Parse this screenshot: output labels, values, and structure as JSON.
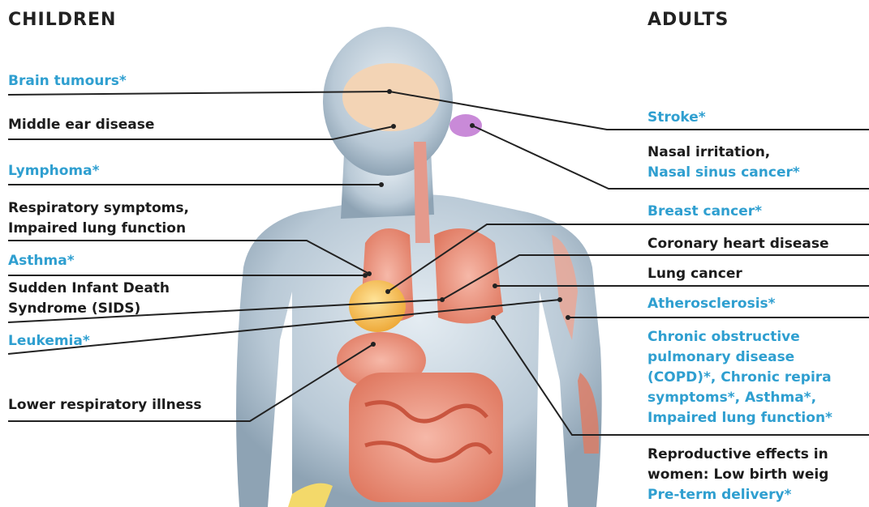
{
  "headings": {
    "children": "CHILDREN",
    "adults": "ADULTS"
  },
  "colors": {
    "highlight": "#2f9fd0",
    "text": "#1c1c1c",
    "leader": "#222222"
  },
  "children": [
    {
      "id": "brain-tumours",
      "lines": [
        "Brain tumours*"
      ],
      "color": "highlight"
    },
    {
      "id": "middle-ear-disease",
      "lines": [
        "Middle ear disease"
      ],
      "color": "text"
    },
    {
      "id": "lymphoma",
      "lines": [
        "Lymphoma*"
      ],
      "color": "highlight"
    },
    {
      "id": "respiratory-symptoms",
      "lines": [
        "Respiratory symptoms,",
        "Impaired lung function"
      ],
      "color": "text"
    },
    {
      "id": "asthma",
      "lines": [
        "Asthma*"
      ],
      "color": "highlight"
    },
    {
      "id": "sids",
      "lines": [
        "Sudden Infant Death",
        "Syndrome (SIDS)"
      ],
      "color": "text"
    },
    {
      "id": "leukemia",
      "lines": [
        "Leukemia*"
      ],
      "color": "highlight"
    },
    {
      "id": "lower-respiratory-illness",
      "lines": [
        "Lower respiratory illness"
      ],
      "color": "text"
    }
  ],
  "adults": [
    {
      "id": "stroke",
      "lines": [
        "Stroke*"
      ],
      "color": "highlight"
    },
    {
      "id": "nasal",
      "lines": [
        "Nasal irritation,",
        "Nasal sinus cancer*"
      ],
      "colors": [
        "text",
        "highlight"
      ]
    },
    {
      "id": "breast-cancer",
      "lines": [
        "Breast cancer*"
      ],
      "color": "highlight"
    },
    {
      "id": "coronary-heart-disease",
      "lines": [
        "Coronary heart disease"
      ],
      "color": "text"
    },
    {
      "id": "lung-cancer",
      "lines": [
        "Lung cancer"
      ],
      "color": "text"
    },
    {
      "id": "atherosclerosis",
      "lines": [
        "Atherosclerosis*"
      ],
      "color": "highlight"
    },
    {
      "id": "copd",
      "lines": [
        "Chronic obstructive",
        "pulmonary disease",
        "(COPD)*, Chronic repira",
        "symptoms*, Asthma*,",
        "Impaired lung function*"
      ],
      "color": "highlight"
    },
    {
      "id": "reproductive",
      "lines": [
        "Reproductive effects in",
        "women: Low birth weig",
        "Pre-term delivery*"
      ],
      "colors": [
        "text",
        "text",
        "highlight"
      ]
    }
  ]
}
